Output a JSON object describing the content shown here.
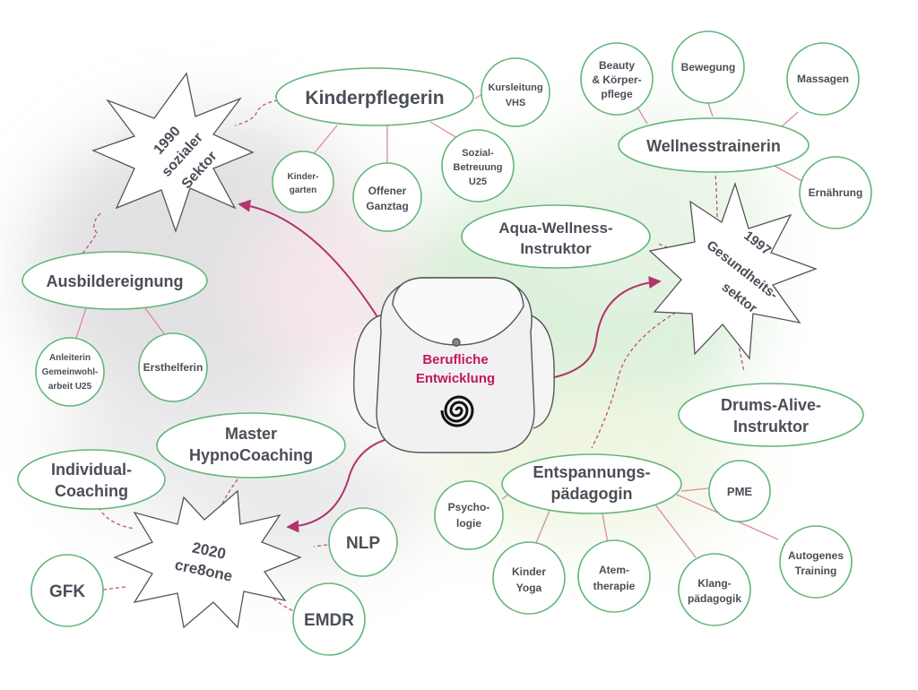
{
  "center": {
    "line1": "Berufliche",
    "line2": "Entwicklung"
  },
  "colors": {
    "node_stroke": "#63b57a",
    "arrow": "#b3336a",
    "center_text": "#c2185b",
    "connector_pink": "#d98aa6",
    "dashed": "#c0556e",
    "text": "#4a4f57"
  },
  "stars": {
    "s1990": {
      "line1": "1990",
      "line2": "sozialer",
      "line3": "Sektor"
    },
    "s1997": {
      "line1": "1997",
      "line2": "Gesundheits-",
      "line3": "sektor"
    },
    "s2020": {
      "line1": "2020",
      "line2": "cre8one"
    }
  },
  "nodes": {
    "kinderpflegerin": "Kinderpflegerin",
    "kursleitung_1": "Kursleitung",
    "kursleitung_2": "VHS",
    "kindergarten_1": "Kinder-",
    "kindergarten_2": "garten",
    "offener_1": "Offener",
    "offener_2": "Ganztag",
    "sozial_1": "Sozial-",
    "sozial_2": "Betreuung",
    "sozial_3": "U25",
    "beauty_1": "Beauty",
    "beauty_2": "& Körper-",
    "beauty_3": "pflege",
    "bewegung": "Bewegung",
    "massagen": "Massagen",
    "wellness": "Wellnesstrainerin",
    "ernaehrung": "Ernährung",
    "aqua_1": "Aqua-Wellness-",
    "aqua_2": "Instruktor",
    "ausbilder": "Ausbildereignung",
    "anleiterin_1": "Anleiterin",
    "anleiterin_2": "Gemeinwohl-",
    "anleiterin_3": "arbeit U25",
    "ersthelferin": "Ersthelferin",
    "drums_1": "Drums-Alive-",
    "drums_2": "Instruktor",
    "master_1": "Master",
    "master_2": "HypnoCoaching",
    "individual_1": "Individual-",
    "individual_2": "Coaching",
    "entsp_1": "Entspannungs-",
    "entsp_2": "pädagogin",
    "pme": "PME",
    "psycho_1": "Psycho-",
    "psycho_2": "logie",
    "autogenes_1": "Autogenes",
    "autogenes_2": "Training",
    "kinderyoga_1": "Kinder",
    "kinderyoga_2": "Yoga",
    "atem_1": "Atem-",
    "atem_2": "therapie",
    "klang_1": "Klang-",
    "klang_2": "pädagogik",
    "nlp": "NLP",
    "gfk": "GFK",
    "emdr": "EMDR"
  }
}
